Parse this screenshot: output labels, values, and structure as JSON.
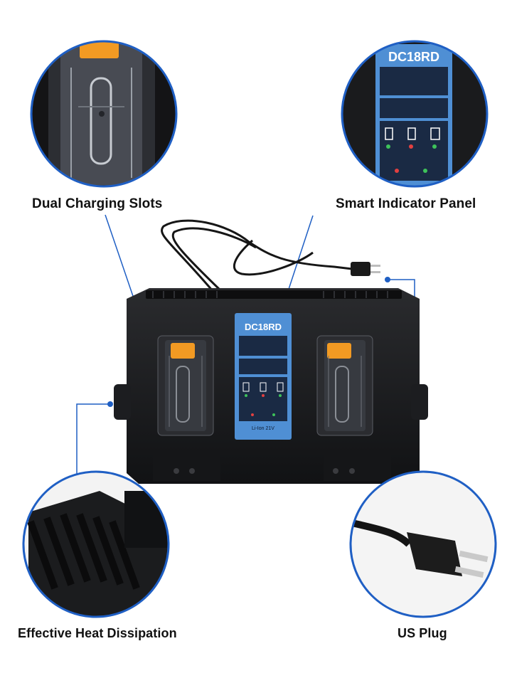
{
  "labels": {
    "dual_slots": "Dual Charging Slots",
    "smart_panel": "Smart Indicator Panel",
    "heat": "Effective Heat Dissipation",
    "plug": "US Plug"
  },
  "panel": {
    "model": "DC18RD",
    "battery_text": "Li-Ion 21V"
  },
  "colors": {
    "accent_blue": "#1f5fc4",
    "panel_blue": "#4f8fd4",
    "charger_black": "#1b1c1e",
    "slot_orange": "#f29a23"
  }
}
